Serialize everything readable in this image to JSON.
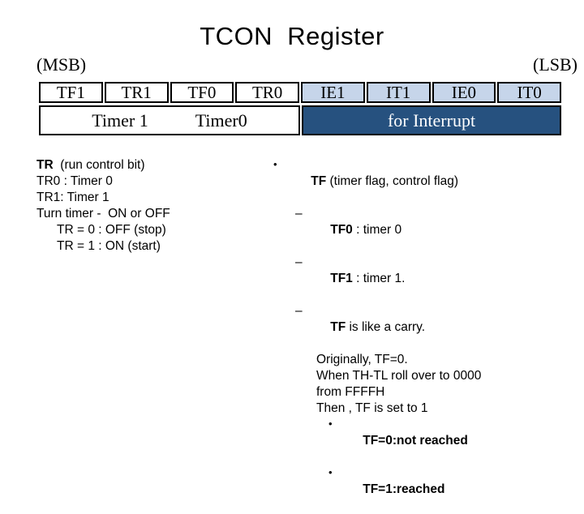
{
  "slide": {
    "title": "TCON  Register",
    "msb_label": "(MSB)",
    "lsb_label": "(LSB)"
  },
  "colors": {
    "shaded_bit_cell": "#c6d5ea",
    "interrupt_band": "#26517f",
    "border": "#000000",
    "text": "#000000",
    "interrupt_text": "#ffffff"
  },
  "register_table": {
    "bits": [
      {
        "name": "TF1",
        "shaded": false
      },
      {
        "name": "TR1",
        "shaded": false
      },
      {
        "name": "TF0",
        "shaded": false
      },
      {
        "name": "TR0",
        "shaded": false
      },
      {
        "name": "IE1",
        "shaded": true
      },
      {
        "name": "IT1",
        "shaded": true
      },
      {
        "name": "IE0",
        "shaded": true
      },
      {
        "name": "IT0",
        "shaded": true
      }
    ],
    "groups": {
      "timer1_label": "Timer 1",
      "timer0_label": "Timer0",
      "interrupt_label": "for Interrupt"
    }
  },
  "left_block": {
    "lines": [
      {
        "bold_prefix": "TR",
        "rest": "  (run control bit)",
        "indent": false
      },
      {
        "bold_prefix": "",
        "rest": "TR0 : Timer 0",
        "indent": false
      },
      {
        "bold_prefix": "",
        "rest": "TR1: Timer 1",
        "indent": false
      },
      {
        "bold_prefix": "",
        "rest": "Turn timer -  ON or OFF",
        "indent": false
      },
      {
        "bold_prefix": "",
        "rest": "TR = 0 : OFF (stop)",
        "indent": true
      },
      {
        "bold_prefix": "",
        "rest": "TR = 1 : ON (start)",
        "indent": true
      }
    ]
  },
  "right_block": {
    "level1": {
      "marker": "•",
      "bold_prefix": "TF",
      "rest": " (timer flag, control flag)"
    },
    "level2": [
      {
        "marker": "–",
        "bold_prefix": "TF0",
        "rest": " : timer 0"
      },
      {
        "marker": "–",
        "bold_prefix": "TF1",
        "rest": " : timer 1."
      },
      {
        "marker": "–",
        "bold_prefix": "TF",
        "rest": " is like a carry."
      }
    ],
    "continuation": [
      {
        "bold_prefix": "",
        "rest": "Originally, TF=0."
      },
      {
        "bold_prefix": "",
        "rest": "When TH-TL roll over to 0000"
      },
      {
        "bold_prefix": "",
        "rest": "from FFFFH"
      },
      {
        "bold_prefix": "",
        "rest": "Then , TF is set to 1"
      }
    ],
    "level3": [
      {
        "marker": "•",
        "text": "TF=0:not reached"
      },
      {
        "marker": "•",
        "text": "TF=1:reached"
      }
    ]
  }
}
